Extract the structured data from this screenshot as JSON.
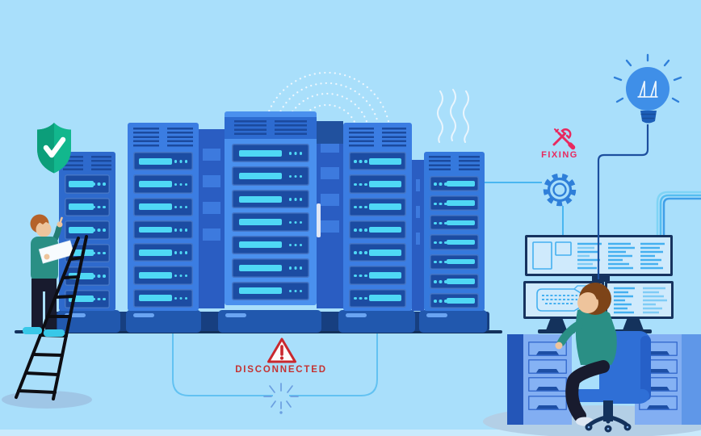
{
  "illustration": {
    "name": "server-room-maintenance",
    "labels": {
      "fixing": "FIXING",
      "disconnected": "DISCONNECTED"
    },
    "colors": {
      "background": "#a9dffb",
      "rack_blue": "#3b7de2",
      "rack_blue_bright": "#4a90ee",
      "rack_blue_dark": "#2e6acd",
      "slot_navy": "#1c4ca2",
      "server_bar_cyan": "#4fd8f5",
      "platform_navy": "#173f80",
      "shield_green": "#12b78d",
      "accent_crimson": "#e8295f",
      "warning_red": "#c9282e",
      "sweater_teal": "#2a8f85",
      "chair_blue": "#2f6fd6",
      "monitor_navy": "#16335f",
      "screen_blue": "#cfeafc",
      "code_cyan": "#45b0f0",
      "floor_shadow": "#b3cfe6"
    },
    "icons": [
      "shield-check-icon",
      "wrench-screwdriver-icon",
      "gear-icon",
      "lightbulb-icon",
      "warning-triangle-icon",
      "spark-icon",
      "signal-arcs-icon",
      "heat-waves-icon"
    ],
    "objects": [
      "server-rack x5",
      "server-platform",
      "technician-on-ladder",
      "ladder",
      "clipboard",
      "monitor-wall",
      "operator-at-desk",
      "office-chair",
      "drawer-cabinet x2",
      "connection-cables"
    ]
  }
}
